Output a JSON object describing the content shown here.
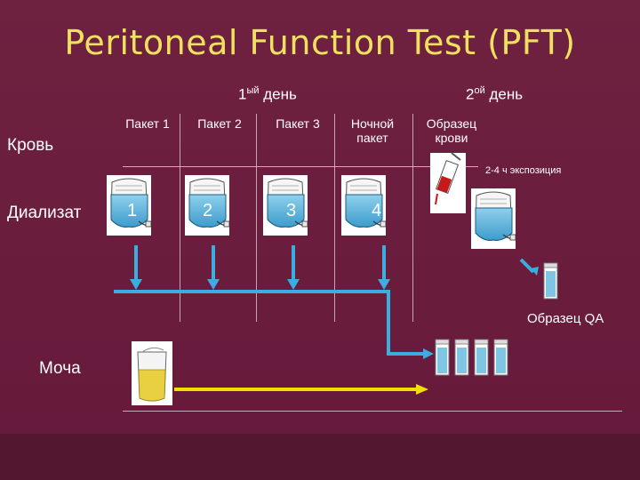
{
  "title": "Peritoneal Function Test (PFT)",
  "day1": {
    "num": "1",
    "sup": "ый",
    "word": " день"
  },
  "day2": {
    "num": "2",
    "sup": "ой",
    "word": " день"
  },
  "packets": [
    "Пакет 1",
    "Пакет 2",
    "Пакет 3",
    "Ночной пакет"
  ],
  "blood_sample": "Образец крови",
  "rows": {
    "blood": "Кровь",
    "dialysate": "Диализат",
    "urine": "Моча"
  },
  "exposure": "2-4 ч экспозиция",
  "qa_sample": "Образец QA",
  "bag_numbers": [
    "1",
    "2",
    "3",
    "4"
  ],
  "colors": {
    "title": "#f0e060",
    "flow_arrow": "#3aaee0",
    "urine_arrow": "#f0e000",
    "background": "#6b1e3a"
  }
}
